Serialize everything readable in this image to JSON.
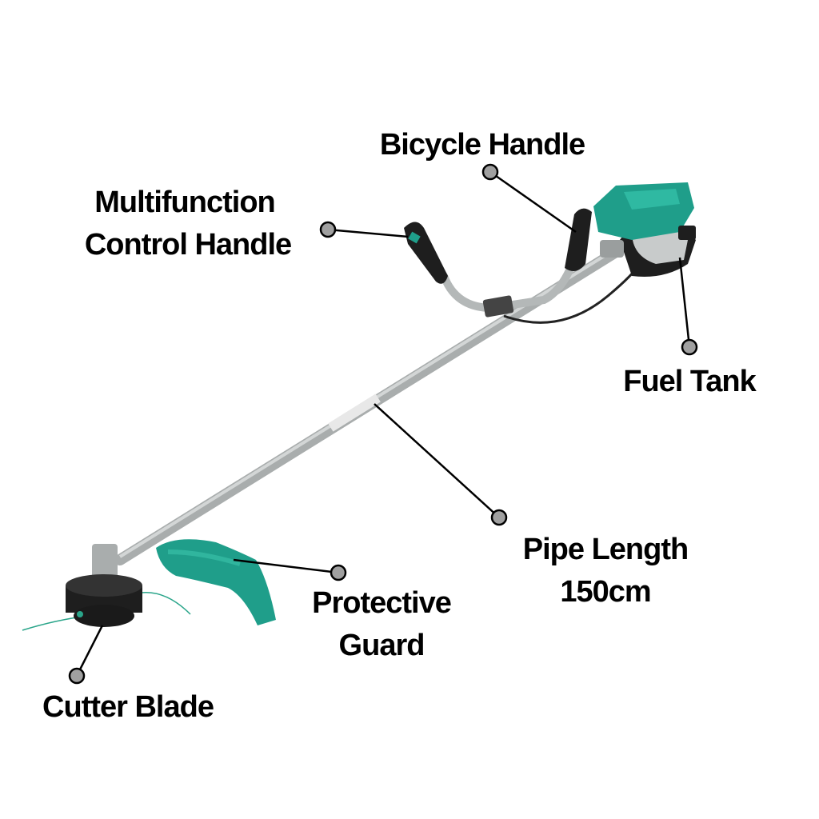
{
  "labels": {
    "bicycle_handle": "Bicycle Handle",
    "control_handle_line1": "Multifunction",
    "control_handle_line2": "Control Handle",
    "fuel_tank": "Fuel Tank",
    "pipe_length_line1": "Pipe Length",
    "pipe_length_line2": "150cm",
    "guard_line1": "Protective",
    "guard_line2": "Guard",
    "cutter_blade": "Cutter Blade"
  },
  "colors": {
    "teal": "#1f9e8a",
    "pipe": "#a9adad",
    "callout_dot": "#a0a0a0",
    "dark": "#1e1e1e"
  }
}
